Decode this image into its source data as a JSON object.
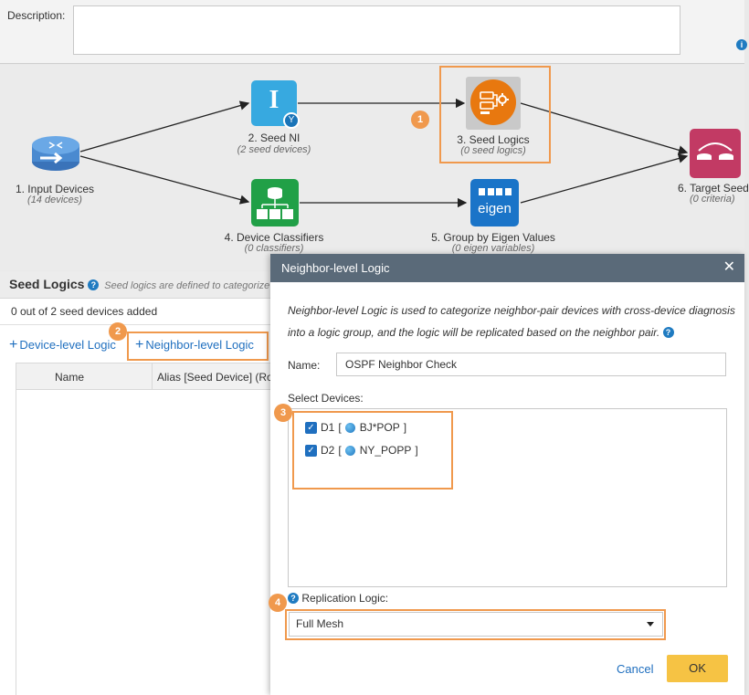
{
  "description": {
    "label": "Description:",
    "value": ""
  },
  "flow": {
    "nodes": [
      {
        "id": "input",
        "label": "1. Input Devices",
        "sub": "(14 devices)",
        "icon": "router-icon"
      },
      {
        "id": "seed_ni",
        "label": "2. Seed NI",
        "sub": "(2 seed devices)",
        "icon": "seed-ni-icon"
      },
      {
        "id": "seed_logics",
        "label": "3. Seed Logics",
        "sub": "(0 seed logics)",
        "icon": "seed-logics-icon"
      },
      {
        "id": "classifiers",
        "label": "4. Device Classifiers",
        "sub": "(0 classifiers)",
        "icon": "classifier-icon"
      },
      {
        "id": "eigen",
        "label": "5. Group by Eigen Values",
        "sub": "(0 eigen variables)",
        "icon": "eigen-icon",
        "icon_text": "eigen"
      },
      {
        "id": "target",
        "label": "6. Target Seed",
        "sub": "(0 criteria)",
        "icon": "target-seed-icon"
      }
    ],
    "seed_ni_icon_letter": "I"
  },
  "callouts": [
    "1",
    "2",
    "3",
    "4"
  ],
  "seed_panel": {
    "title": "Seed Logics",
    "hint": "Seed logics are defined to categorize",
    "count_text": "0 out of 2 seed devices added",
    "device_link": "Device-level Logic",
    "neighbor_link": "Neighbor-level Logic",
    "columns": [
      "Name",
      "Alias [Seed Device] (Ro"
    ]
  },
  "modal": {
    "title": "Neighbor-level Logic",
    "description": "Neighbor-level Logic is used to categorize neighbor-pair devices with cross-device diagnosis into a logic group, and the logic will be replicated based on the neighbor pair.",
    "name_label": "Name:",
    "name_value": "OSPF Neighbor Check",
    "select_label": "Select Devices:",
    "devices": [
      {
        "name": "D1",
        "prefix": "[",
        "site": "BJ*POP",
        "suffix": "]",
        "checked": true
      },
      {
        "name": "D2",
        "prefix": "[",
        "site": "NY_POPP",
        "suffix": "]",
        "checked": true
      }
    ],
    "replication_label": "Replication Logic:",
    "replication_value": "Full Mesh",
    "cancel_label": "Cancel",
    "ok_label": "OK"
  },
  "colors": {
    "accent": "#f0994d",
    "link": "#1f6fbf",
    "modal_header": "#5a6a79",
    "ok_button": "#f6c344"
  }
}
